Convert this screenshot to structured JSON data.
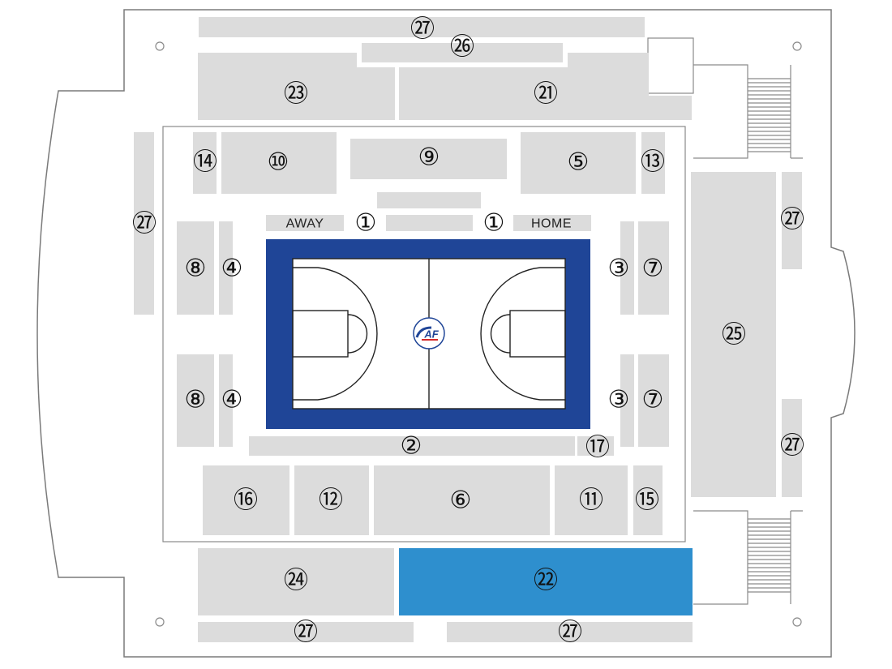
{
  "colors": {
    "seat_block": "#dcdcdc",
    "highlighted_block": "#2e8fce",
    "court_border": "#1f4597",
    "court_floor": "#ffffff",
    "outline": "#7a7a7a",
    "logo_red": "#d42a2a",
    "logo_blue": "#1f4597"
  },
  "court": {
    "away_label": "AWAY",
    "home_label": "HOME",
    "logo_icon": "team-logo-icon",
    "logo_text": "AF"
  },
  "blocks": {
    "b1_away": "①",
    "b1_home": "①",
    "b2": "②",
    "b3_upper": "③",
    "b3_lower": "③",
    "b4_upper": "④",
    "b4_lower": "④",
    "b5": "⑤",
    "b6": "⑥",
    "b7_upper": "⑦",
    "b7_lower": "⑦",
    "b8_upper": "⑧",
    "b8_lower": "⑧",
    "b9": "⑨",
    "b10": "⑩",
    "b11": "⑪",
    "b12": "⑫",
    "b13": "⑬",
    "b14": "⑭",
    "b15": "⑮",
    "b16": "⑯",
    "b17": "⑰",
    "b21": "㉑",
    "b22": "㉒",
    "b23": "㉓",
    "b24": "㉔",
    "b25": "㉕",
    "b26": "㉖",
    "b27_top": "㉗",
    "b27_left": "㉗",
    "b27_right_upper": "㉗",
    "b27_right_lower": "㉗",
    "b27_bottom_left": "㉗",
    "b27_bottom_right": "㉗"
  },
  "highlighted_block": "㉒"
}
